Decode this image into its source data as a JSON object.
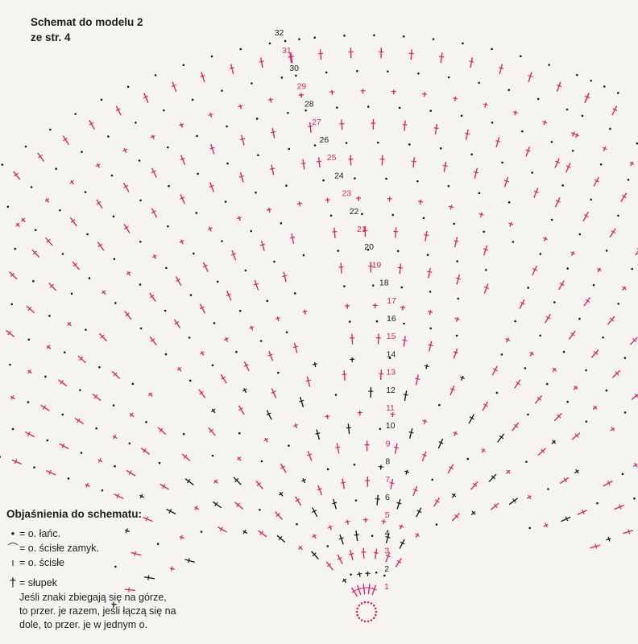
{
  "title": {
    "line1": "Schemat do modelu 2",
    "line2": "ze str. 4"
  },
  "legend": {
    "heading": "Objaśnienia do schematu:",
    "items": [
      {
        "symbol": "•",
        "icon": "chain-dot-icon",
        "text": "= o. łańc."
      },
      {
        "symbol": "⌒",
        "icon": "slip-stitch-arc-icon",
        "text": "= o. ścisłe zamyk."
      },
      {
        "symbol": "ı",
        "icon": "single-crochet-bar-icon",
        "text": "= o. ścisłe"
      },
      {
        "symbol": "†",
        "icon": "double-crochet-cross-icon",
        "text": "= słupek"
      }
    ],
    "note": [
      "Jeśli znaki zbiegają się na górze,",
      "to przer. je razem, jeśli łączą się na",
      "dole, to przer. je w jednym o."
    ]
  },
  "colors": {
    "dark": "#1c1c1c",
    "pink": "#e2246a",
    "background": "#f6f4f0"
  },
  "chart_data": {
    "type": "crochet-diagram",
    "rows": [
      "1",
      "2",
      "3",
      "4",
      "5",
      "6",
      "7",
      "8",
      "9",
      "10",
      "11",
      "12",
      "13",
      "14",
      "15",
      "16",
      "17",
      "18",
      "19",
      "20",
      "21",
      "22",
      "23",
      "24",
      "25",
      "26",
      "27",
      "28",
      "29",
      "30",
      "31",
      "32"
    ],
    "row_colors": [
      "pink",
      "dark",
      "pink",
      "dark",
      "pink",
      "dark",
      "pink",
      "dark",
      "pink",
      "dark",
      "pink",
      "dark",
      "pink",
      "dark",
      "pink",
      "dark",
      "pink",
      "dark",
      "pink",
      "dark",
      "pink",
      "dark",
      "pink",
      "dark",
      "pink",
      "dark",
      "pink",
      "dark",
      "pink",
      "dark",
      "pink",
      "dark"
    ]
  }
}
